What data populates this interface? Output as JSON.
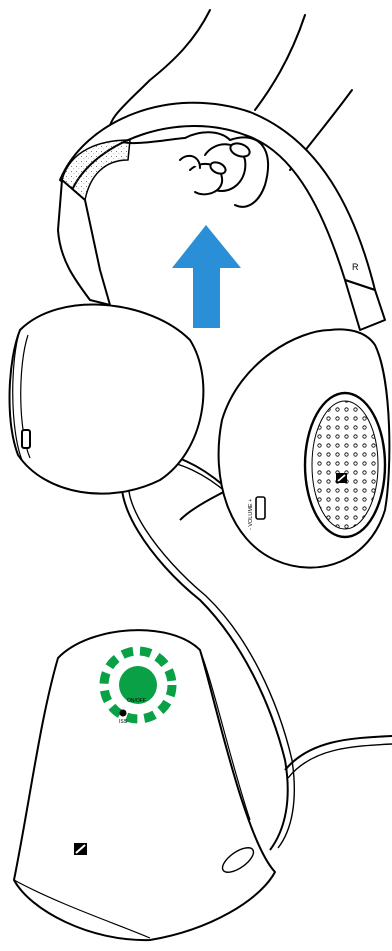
{
  "illustration": {
    "headband_side_mark": "R",
    "volume_label": "- VOLUME +",
    "power_label": "ON/OFF",
    "status_led_label": "ISS",
    "brand_logo": "sennheiser-logo",
    "colors": {
      "lift_arrow": "#2a8fd6",
      "power_indicator": "#0aa146",
      "outline": "#000000",
      "background": "#ffffff"
    }
  }
}
